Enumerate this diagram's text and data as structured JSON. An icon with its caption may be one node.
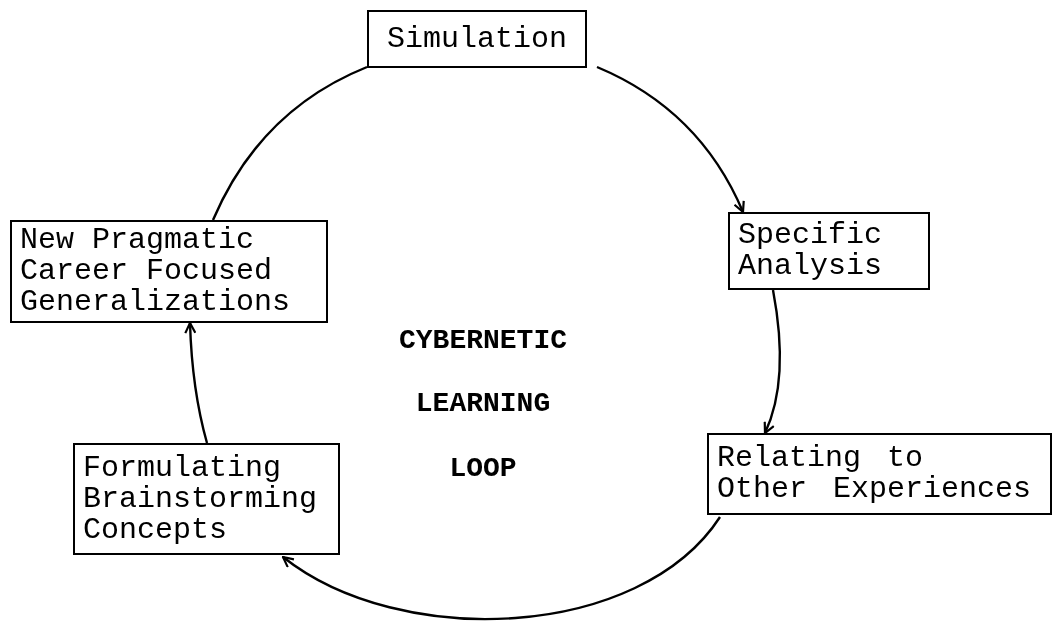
{
  "diagram": {
    "nodes": [
      {
        "text": [
          "Simulation"
        ]
      },
      {
        "text": [
          "Specific Analysis"
        ]
      },
      {
        "text": [
          "Relating to Other Experiences"
        ]
      },
      {
        "text": [
          "Formulating Brainstorming Concepts"
        ]
      },
      {
        "text": [
          "New Pragmatic Career Focused Generalizations"
        ]
      }
    ],
    "edges": [
      {
        "from": 0,
        "to": 1,
        "arrow": "to"
      },
      {
        "from": 1,
        "to": 2,
        "arrow": "to"
      },
      {
        "from": 2,
        "to": 3,
        "arrow": "to"
      },
      {
        "from": 3,
        "to": 4,
        "arrow": "to"
      },
      {
        "from": 4,
        "to": 0,
        "arrow": "none"
      }
    ],
    "labels": [
      "CYBERNETIC",
      "LEARNING",
      "LOOP"
    ]
  }
}
